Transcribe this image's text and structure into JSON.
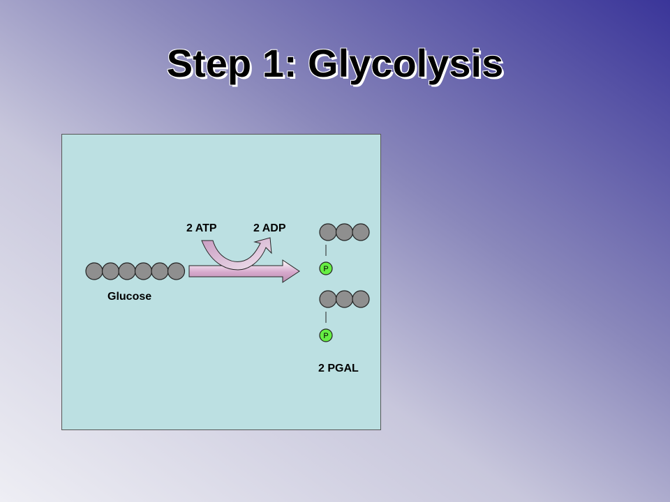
{
  "slide": {
    "title": "Step 1: Glycolysis"
  },
  "diagram": {
    "labels": {
      "atp": "2 ATP",
      "adp": "2 ADP",
      "glucose": "Glucose",
      "pgal": "2 PGAL",
      "phosphate": "P"
    },
    "glucose_carbons": 6,
    "pgal_molecules": 2,
    "pgal_carbons_each": 3,
    "colors": {
      "panel_background": "#bce0e2",
      "carbon_fill": "#8f8f8f",
      "phosphate_fill": "#66ee44",
      "arrow_fill": "#d6a8cc",
      "title_gradient_dark": "#3a3599",
      "title_gradient_light": "#eeeef4"
    }
  }
}
